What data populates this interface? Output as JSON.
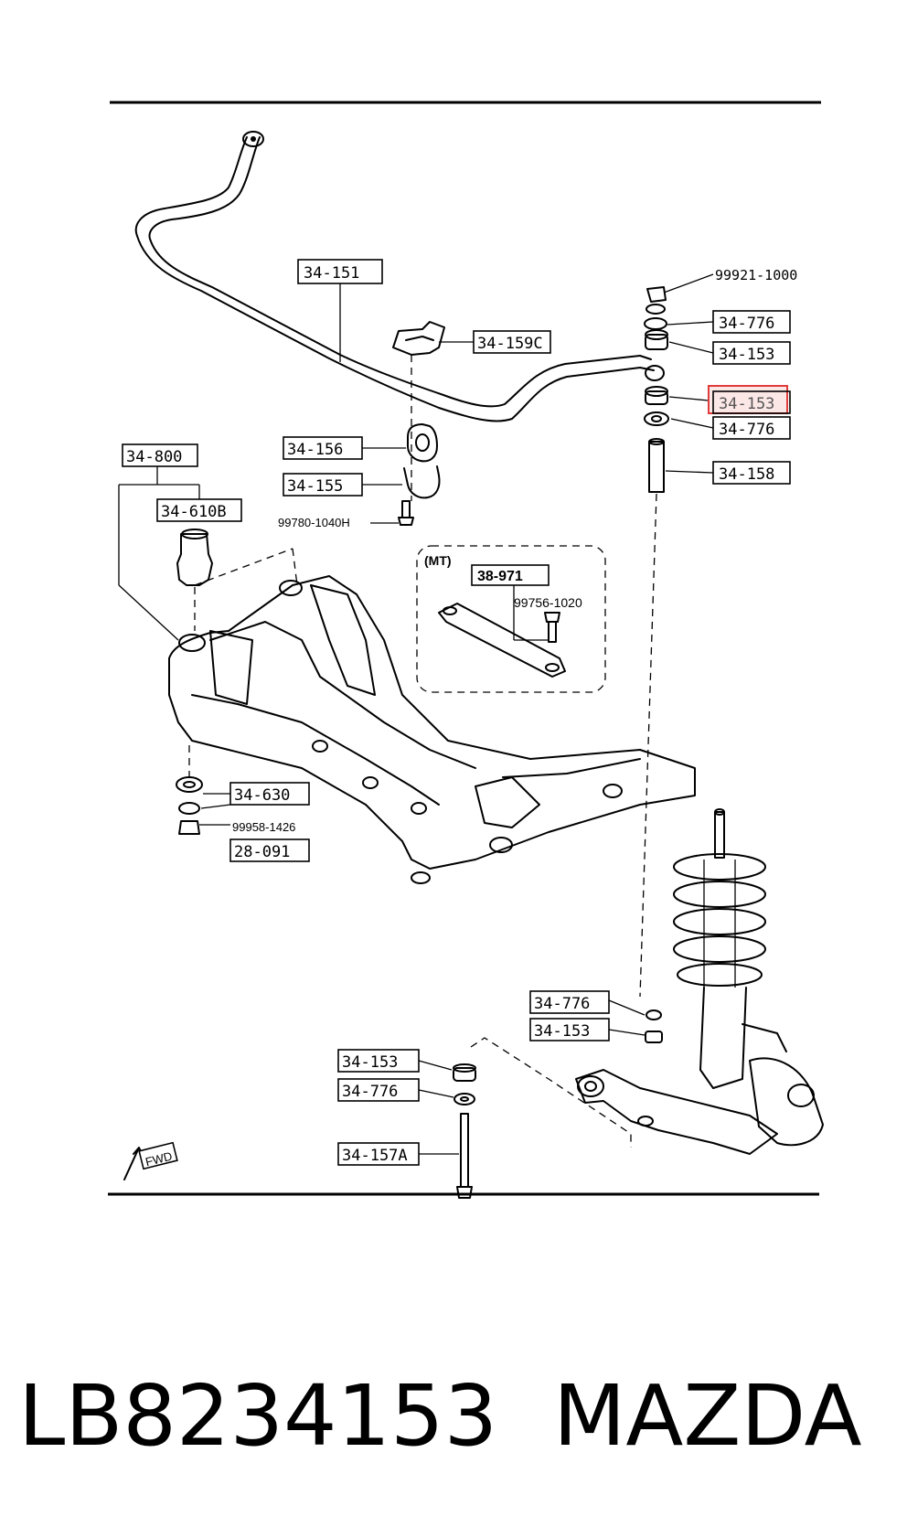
{
  "callouts": {
    "c_34_151": "34-151",
    "c_34_159c": "34-159C",
    "c_99921": "99921-1000",
    "c_34_776_top": "34-776",
    "c_34_153_top": "34-153",
    "c_34_153_hl": "34-153",
    "c_34_776_mid": "34-776",
    "c_34_158": "34-158",
    "c_34_800": "34-800",
    "c_34_610b": "34-610B",
    "c_34_156": "34-156",
    "c_34_155": "34-155",
    "c_99780": "99780-1040H",
    "c_mt": "(MT)",
    "c_38_971": "38-971",
    "c_99756": "99756-1020",
    "c_34_630": "34-630",
    "c_99958": "99958-1426",
    "c_28_091": "28-091",
    "c_34_776_low": "34-776",
    "c_34_153_low": "34-153",
    "c_34_153_bot": "34-153",
    "c_34_776_bot": "34-776",
    "c_34_157a": "34-157A",
    "c_fwd": "FWD"
  },
  "highlight_color": "#e03c3c",
  "footer": {
    "part_number": "LB8234153",
    "brand": "MAZDA"
  }
}
